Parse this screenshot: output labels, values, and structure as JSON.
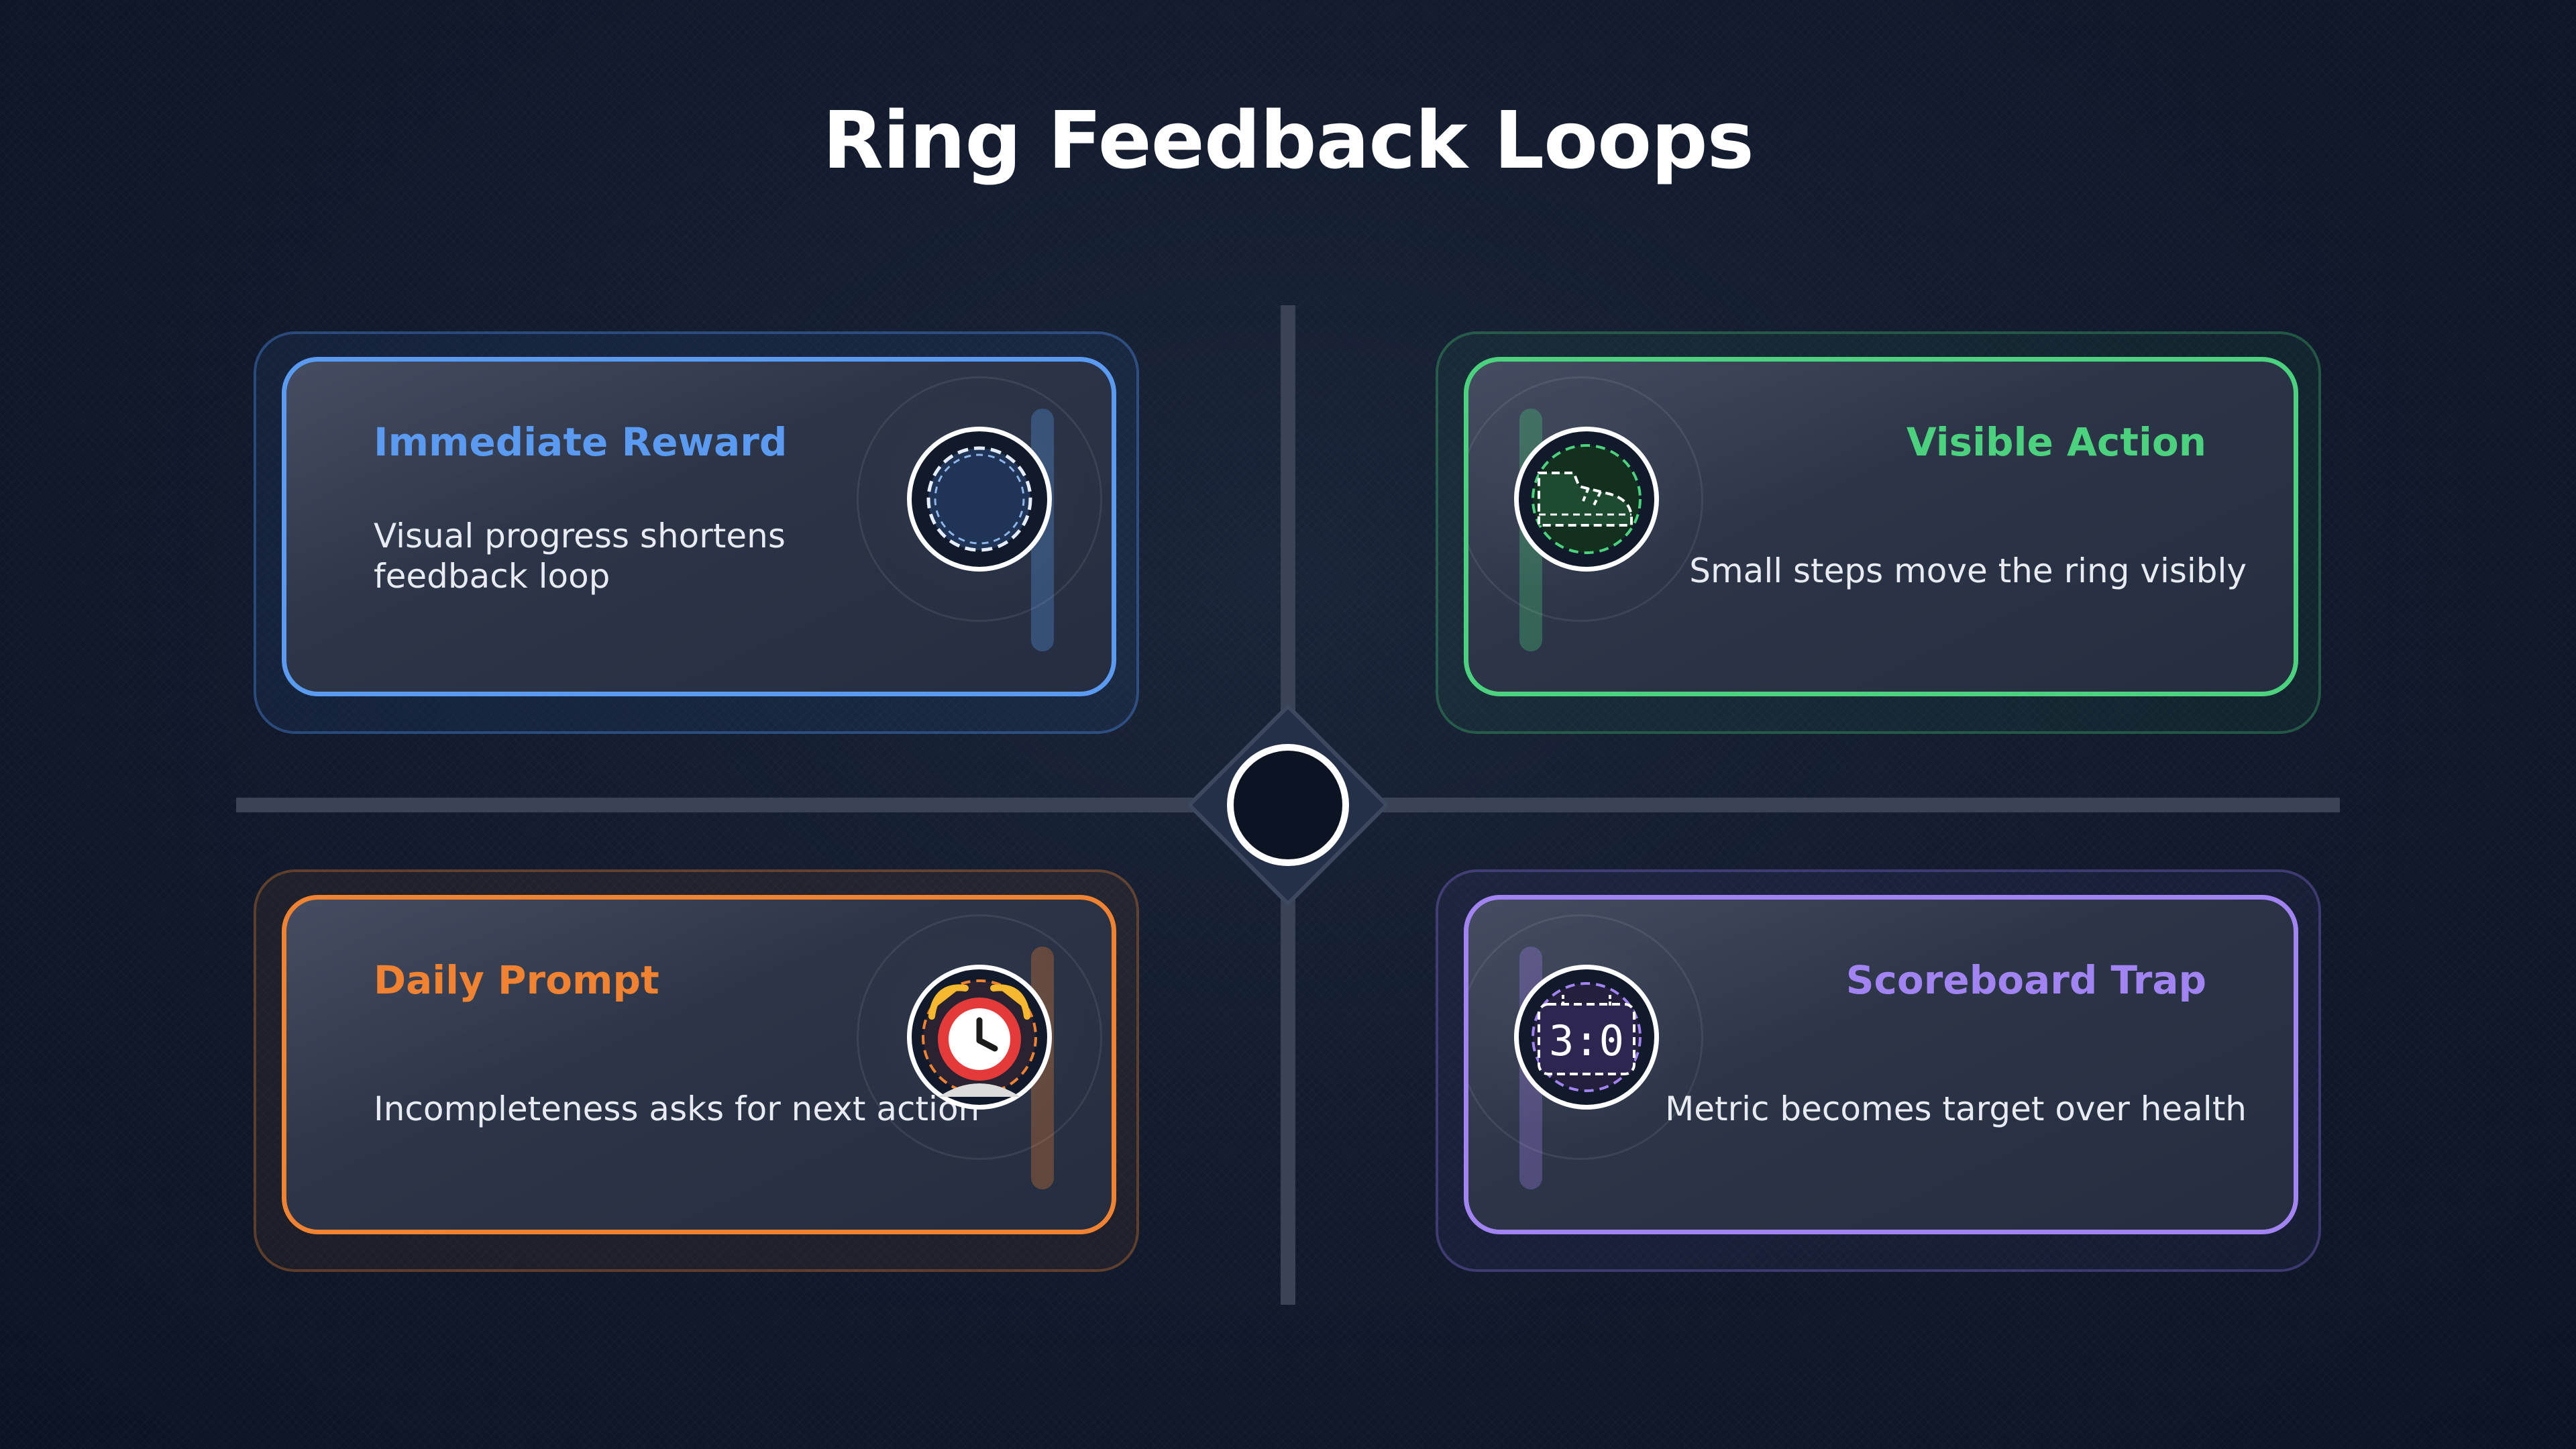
{
  "title": "Ring Feedback Loops",
  "colors": {
    "background": "#0f1729",
    "axis": "#3a4356",
    "reward": "#5a9af0",
    "action": "#4cd27e",
    "prompt": "#f08232",
    "trap": "#a283f2"
  },
  "cards": {
    "reward": {
      "title": "Immediate Reward",
      "description_line1": "Visual progress shortens",
      "description_line2": "feedback loop",
      "icon": "dashed-ring-icon"
    },
    "action": {
      "title": "Visible Action",
      "description": "Small steps move the ring visibly",
      "icon": "shoe-icon"
    },
    "prompt": {
      "title": "Daily Prompt",
      "description": "Incompleteness asks for next action",
      "icon": "alarm-clock-icon"
    },
    "trap": {
      "title": "Scoreboard Trap",
      "description": "Metric becomes target over health",
      "icon": "scoreboard-icon",
      "score_text": "3:0"
    }
  }
}
